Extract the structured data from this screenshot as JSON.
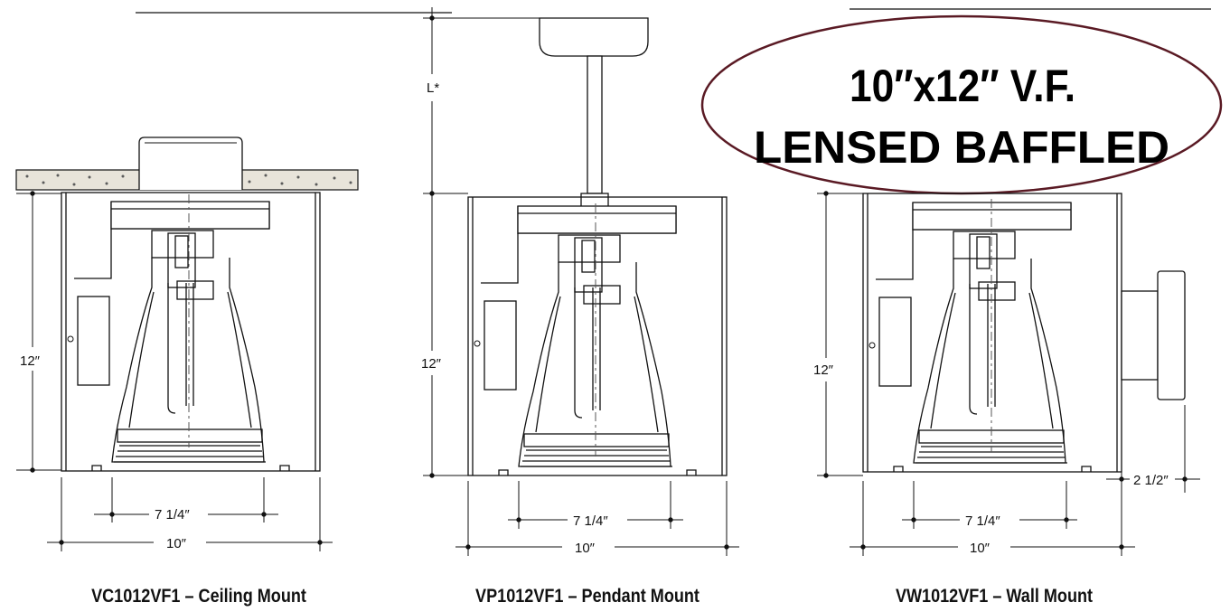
{
  "badge": {
    "line1": "10″x12″ V.F.",
    "line2": "LENSED BAFFLED",
    "border_color": "#5a1a24"
  },
  "dimensions": {
    "height": "12″",
    "width": "10″",
    "inner_width": "7 1/4″",
    "stem_length": "L*",
    "wall_offset": "2 1/2″"
  },
  "captions": {
    "ceiling": "VC1012VF1 – Ceiling Mount",
    "pendant": "VP1012VF1 – Pendant Mount",
    "wall": "VW1012VF1 – Wall Mount"
  }
}
